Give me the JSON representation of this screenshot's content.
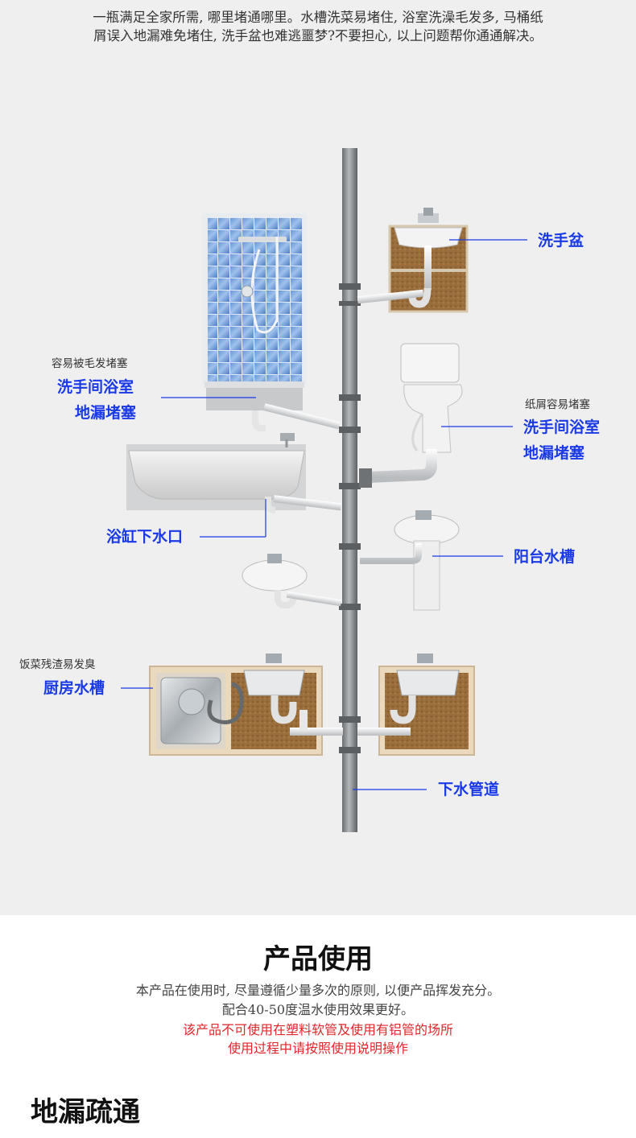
{
  "intro": {
    "line1": "一瓶满足全家所需, 哪里堵通哪里。水槽洗菜易堵住, 浴室洗澡毛发多, 马桶纸",
    "line2": "屑误入地漏难免堵住, 洗手盆也难逃噩梦?不要担心, 以上问题帮你通通解决。"
  },
  "diagram": {
    "basin_label": "洗手盆",
    "shower_note": "容易被毛发堵塞",
    "shower_label_1": "洗手间浴室",
    "shower_label_2": "地漏堵塞",
    "toilet_note": "纸屑容易堵塞",
    "toilet_label_1": "洗手间浴室",
    "toilet_label_2": "地漏堵塞",
    "bathtub_label": "浴缸下水口",
    "balcony_label": "阳台水槽",
    "kitchen_note": "饭菜残渣易发臭",
    "kitchen_label": "厨房水槽",
    "pipe_label": "下水管道"
  },
  "usage": {
    "title": "产品使用",
    "line1": "本产品在使用时, 尽量遵循少量多次的原则, 以便产品挥发充分。",
    "line2": "配合40-50度温水使用效果更好。",
    "warn1": "该产品不可使用在塑料软管及使用有铝管的场所",
    "warn2": "使用过程中请按照使用说明操作"
  },
  "next_section": {
    "title": "地漏疏通"
  },
  "colors": {
    "label_blue": "#1a3ae8",
    "warning_red": "#e2262b",
    "background_gray": "#efefef"
  }
}
